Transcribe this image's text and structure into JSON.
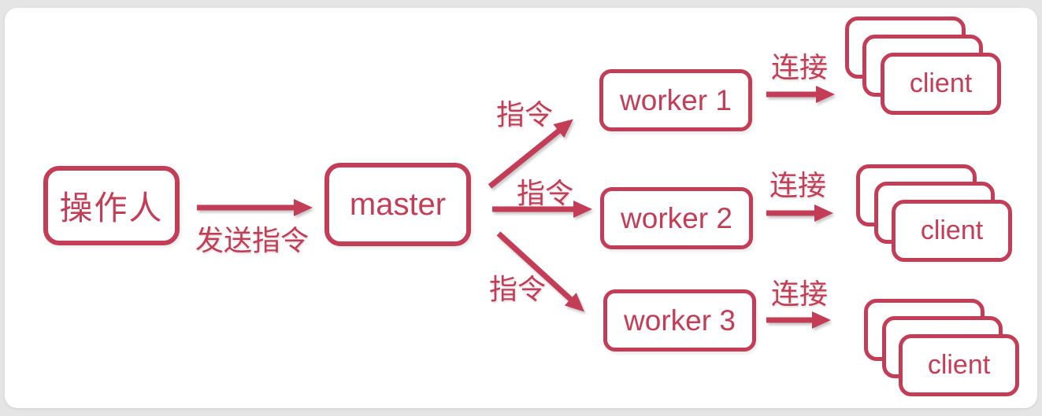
{
  "diagram": {
    "colors": {
      "accent": "#c43d57",
      "surface": "#ffffff",
      "backdrop": "#e5e5e5"
    },
    "operator": {
      "label": "操作人"
    },
    "master": {
      "label": "master"
    },
    "send_edge": {
      "label": "发送指令"
    },
    "workers": [
      {
        "label": "worker 1",
        "command_label": "指令",
        "connect_label": "连接",
        "client_label": "client"
      },
      {
        "label": "worker 2",
        "command_label": "指令",
        "connect_label": "连接",
        "client_label": "client"
      },
      {
        "label": "worker 3",
        "command_label": "指令",
        "connect_label": "连接",
        "client_label": "client"
      }
    ]
  }
}
